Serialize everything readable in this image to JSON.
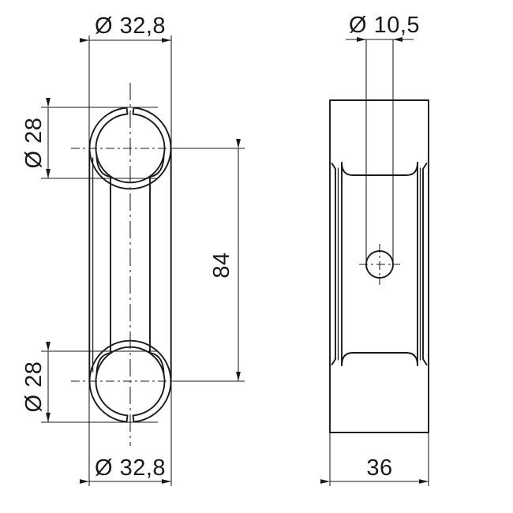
{
  "drawing": {
    "title": "Mechanical part technical drawing",
    "background_color": "#ffffff",
    "line_color": "#1a1a1a",
    "views": [
      {
        "name": "front-view",
        "description": "Dog-bone plate with two retaining-ring (circlip) grooves"
      },
      {
        "name": "side-view",
        "description": "Rectangular side profile with central through hole"
      }
    ]
  },
  "dimensions": {
    "front_top_diameter": {
      "label": "Ø 32,8",
      "value": 32.8,
      "symbol": "Ø",
      "unit": "mm",
      "placement": "top"
    },
    "front_bottom_diameter": {
      "label": "Ø 32,8",
      "value": 32.8,
      "symbol": "Ø",
      "unit": "mm",
      "placement": "bottom"
    },
    "front_upper_bore": {
      "label": "Ø 28",
      "value": 28,
      "symbol": "Ø",
      "unit": "mm",
      "placement": "left-upper"
    },
    "front_lower_bore": {
      "label": "Ø 28",
      "value": 28,
      "symbol": "Ø",
      "unit": "mm",
      "placement": "left-lower"
    },
    "centre_distance": {
      "label": "84",
      "value": 84,
      "symbol": "",
      "unit": "mm",
      "placement": "right-vertical"
    },
    "side_hole_diameter": {
      "label": "Ø 10,5",
      "value": 10.5,
      "symbol": "Ø",
      "unit": "mm",
      "placement": "top"
    },
    "side_width": {
      "label": "36",
      "value": 36,
      "symbol": "",
      "unit": "mm",
      "placement": "bottom"
    }
  }
}
